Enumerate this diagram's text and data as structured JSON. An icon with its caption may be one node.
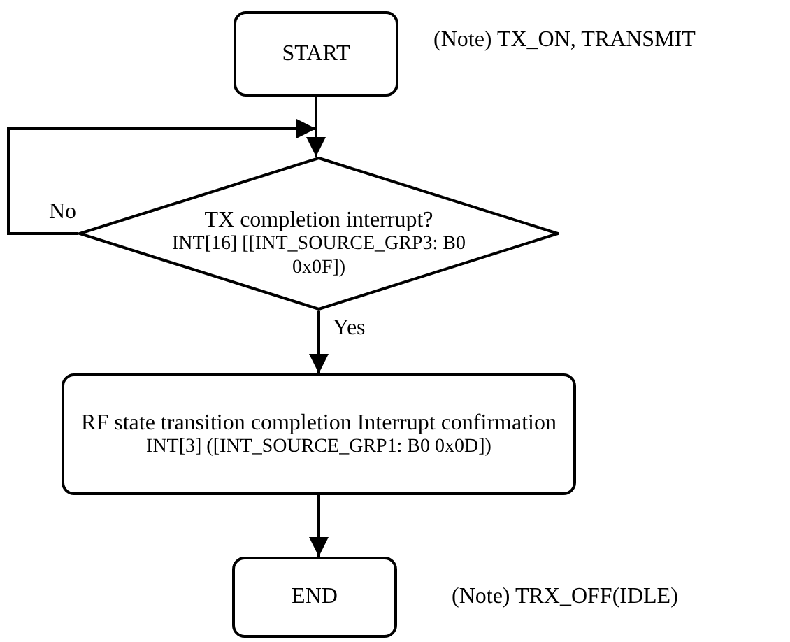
{
  "diagram": {
    "nodes": [
      {
        "text": [
          "START"
        ],
        "beside": [
          "(Note) TX_ON, TRANSMIT"
        ]
      },
      {
        "text": [
          "TX completion interrupt?",
          "INT[16] [[INT_SOURCE_GRP3: B0 0x0F])"
        ]
      },
      {
        "text": [
          "RF state transition completion Interrupt confirmation",
          "INT[3] ([INT_SOURCE_GRP1: B0 0x0D])"
        ]
      },
      {
        "text": [
          "END"
        ],
        "beside": [
          "(Note) TRX_OFF(IDLE)"
        ]
      }
    ],
    "edges": [
      {
        "from": 0,
        "to": 1,
        "arrow": "to"
      },
      {
        "from": 1,
        "to": 1,
        "arrow": "to",
        "label": "No"
      },
      {
        "from": 1,
        "to": 2,
        "arrow": "to",
        "label": "Yes"
      },
      {
        "from": 2,
        "to": 3,
        "arrow": "to"
      }
    ]
  }
}
